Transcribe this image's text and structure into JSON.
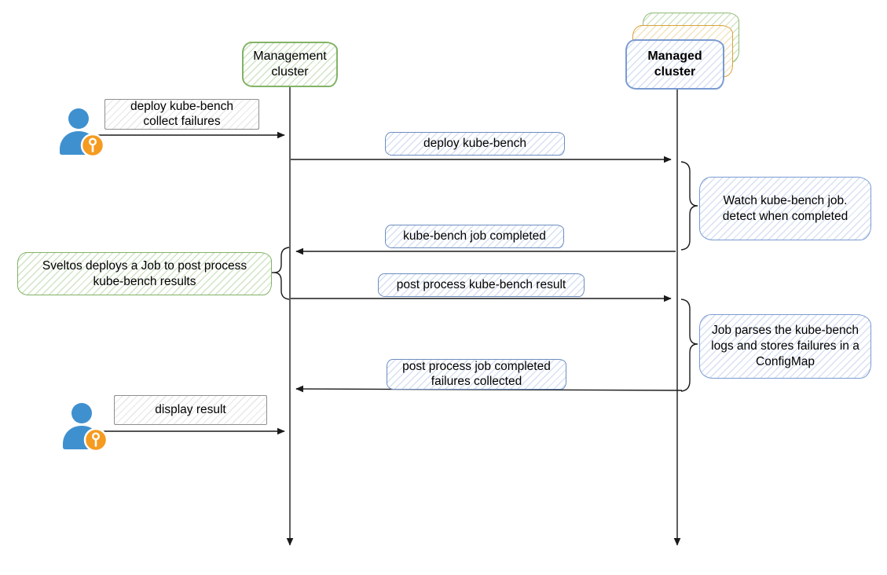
{
  "clusters": {
    "management": {
      "label": "Management\ncluster"
    },
    "managed": {
      "label": "Managed\ncluster"
    }
  },
  "messages": [
    {
      "id": "deploy-collect",
      "label": "deploy kube-bench\ncollect failures",
      "from": "user",
      "to": "Management cluster",
      "style": "gray"
    },
    {
      "id": "deploy-kube-bench",
      "label": "deploy kube-bench",
      "from": "Management cluster",
      "to": "Managed cluster",
      "style": "blue"
    },
    {
      "id": "job-completed",
      "label": "kube-bench job completed",
      "from": "Managed cluster",
      "to": "Management cluster",
      "style": "blue"
    },
    {
      "id": "post-process",
      "label": "post process kube-bench result",
      "from": "Management cluster",
      "to": "Managed cluster",
      "style": "blue"
    },
    {
      "id": "post-process-completed",
      "label": "post process job completed\nfailures collected",
      "from": "Managed cluster",
      "to": "Management cluster",
      "style": "blue"
    },
    {
      "id": "display-result",
      "label": "display result",
      "from": "user",
      "to": "Management cluster",
      "style": "gray"
    }
  ],
  "notes": [
    {
      "id": "watch-job",
      "label": "Watch kube-bench job.\ndetect when completed",
      "color": "blue"
    },
    {
      "id": "sveltos-job",
      "label": "Sveltos deploys a Job to post process\nkube-bench results",
      "color": "green"
    },
    {
      "id": "job-parses",
      "label": "Job parses the kube-bench\nlogs and stores failures in a\nConfigMap",
      "color": "blue"
    }
  ],
  "actors": [
    {
      "id": "user-top",
      "icon": "user-icon",
      "badge": "key-badge-icon"
    },
    {
      "id": "user-bottom",
      "icon": "user-icon",
      "badge": "key-badge-icon"
    }
  ],
  "colors": {
    "green_stroke": "#82b366",
    "blue_stroke": "#7b9bd2",
    "blue_label_stroke": "#6d8dbf",
    "orange_stroke": "#d9a23b",
    "gray_stroke": "#8f8f8f",
    "person_blue": "#3f90cf",
    "badge_orange": "#f59b20",
    "line_black": "#1a1a1a"
  }
}
